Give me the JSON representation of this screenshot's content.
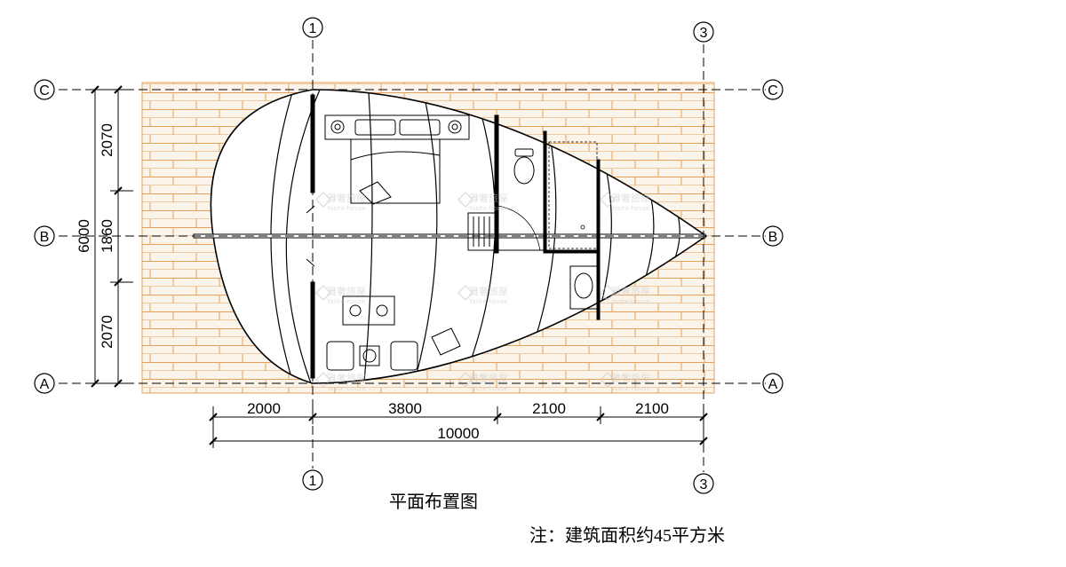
{
  "title": "平面布置图",
  "note": "注：建筑面积约45平方米",
  "watermark": {
    "brand": "雅奢旅屋",
    "sub": "Yashe-house"
  },
  "grid_axes": {
    "vertical": [
      "1",
      "3"
    ],
    "horizontal": [
      "C",
      "B",
      "A"
    ]
  },
  "dimensions": {
    "horizontal_segments": [
      "2000",
      "3800",
      "2100",
      "2100"
    ],
    "horizontal_total": "10000",
    "vertical_segments": [
      "2070",
      "1860",
      "2070"
    ],
    "vertical_total": "6000"
  },
  "colors": {
    "line": "#000000",
    "brick": "#e9a15a",
    "brick_fill": "#fbf4ea",
    "watermark": "#c8c8c8"
  }
}
